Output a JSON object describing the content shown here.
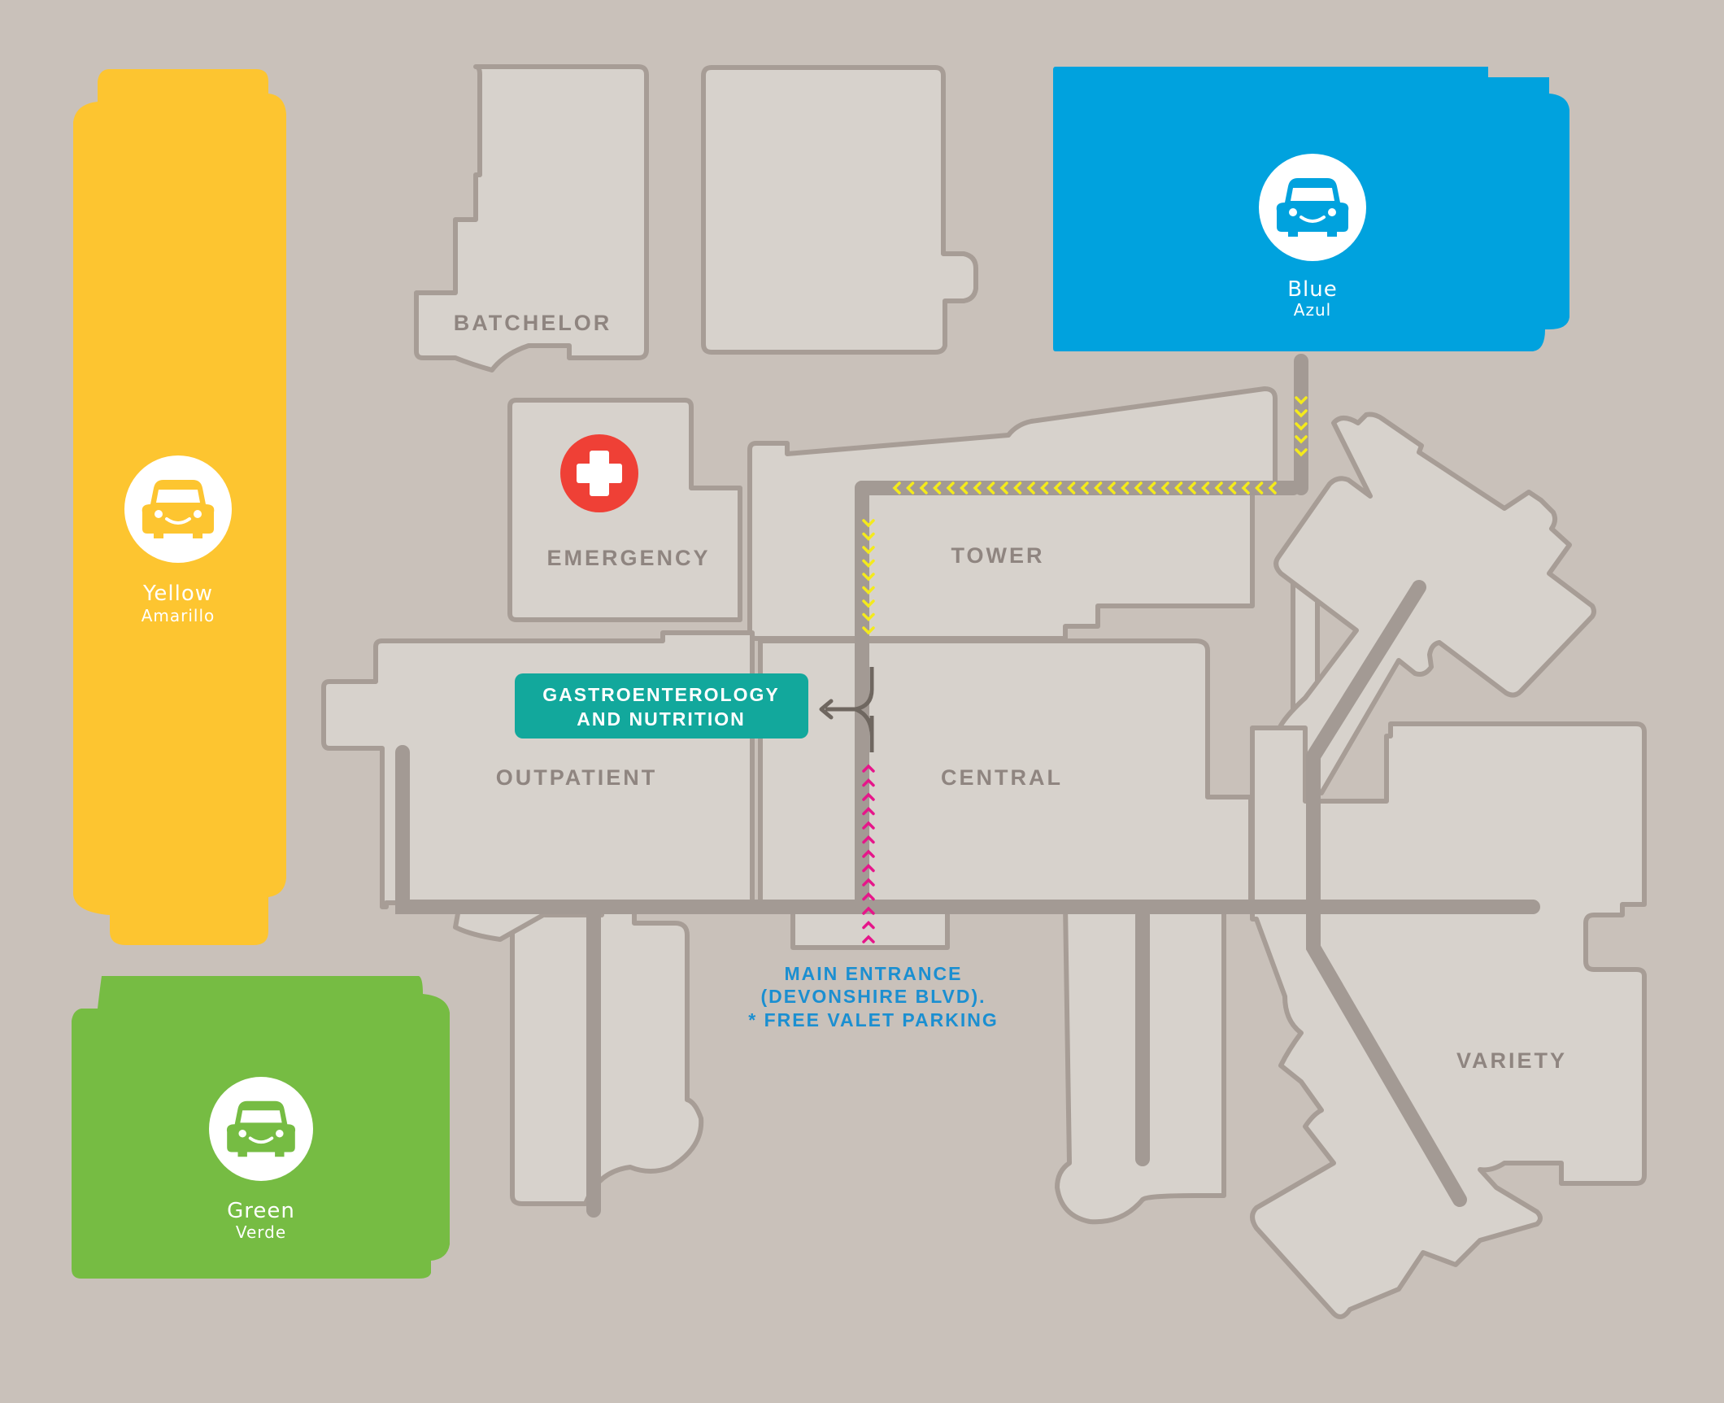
{
  "colors": {
    "background": "#c9c1ba",
    "building": "#d7d2cc",
    "outline": "#a79d96",
    "yellow_lot": "#fdc530",
    "blue_lot": "#00a2de",
    "green_lot": "#76bc43",
    "emergency": "#ef4036",
    "department_badge": "#12a89c",
    "entrance_text": "#1b8fd1",
    "yellow_route": "#f4ea1c",
    "magenta_route": "#e6168a"
  },
  "parking": {
    "yellow": {
      "name": "Yellow",
      "subname": "Amarillo",
      "icon": "car-icon"
    },
    "blue": {
      "name": "Blue",
      "subname": "Azul",
      "icon": "car-icon"
    },
    "green": {
      "name": "Green",
      "subname": "Verde",
      "icon": "car-icon"
    }
  },
  "buildings": {
    "batchelor": "BATCHELOR",
    "emergency": "EMERGENCY",
    "tower": "TOWER",
    "outpatient": "OUTPATIENT",
    "central": "CENTRAL",
    "variety": "VARIETY"
  },
  "emergency_icon": "medical-cross-icon",
  "destination": {
    "line1": "GASTROENTEROLOGY",
    "line2": "AND NUTRITION"
  },
  "entrance": {
    "line1": "MAIN ENTRANCE",
    "line2": "(DEVONSHIRE BLVD).",
    "line3": "* FREE VALET PARKING"
  }
}
